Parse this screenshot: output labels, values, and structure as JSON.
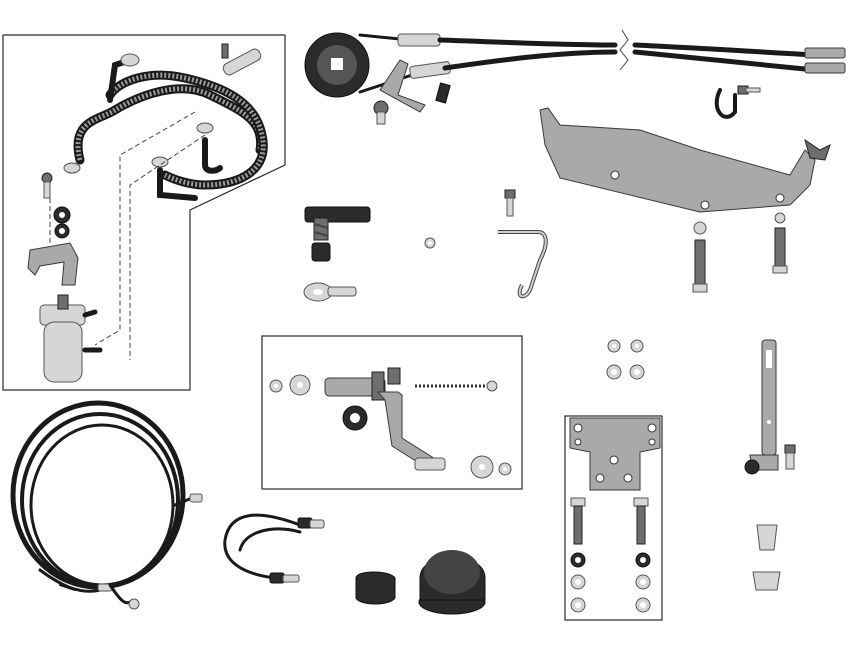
{
  "figure": {
    "background": "#ffffff",
    "part_ink": "#2b2b2b",
    "part_metal": "#a9a9a9",
    "panels": [
      "fuel-filter-kit",
      "throttle-lever-kit",
      "mounting-bracket-kit"
    ],
    "parts": [
      "cable-drum",
      "control-cables",
      "cable-clip",
      "throttle-bracket",
      "bracket-bolts",
      "lever-stopper",
      "eye-link",
      "small-nut",
      "wire-hook",
      "fuel-hoses",
      "fuel-filter",
      "lever-arm-assembly",
      "washers",
      "adjusting-link",
      "spacers",
      "wiring-harness",
      "jumper-lead",
      "grommet",
      "rubber-cap",
      "plate-bracket"
    ]
  }
}
